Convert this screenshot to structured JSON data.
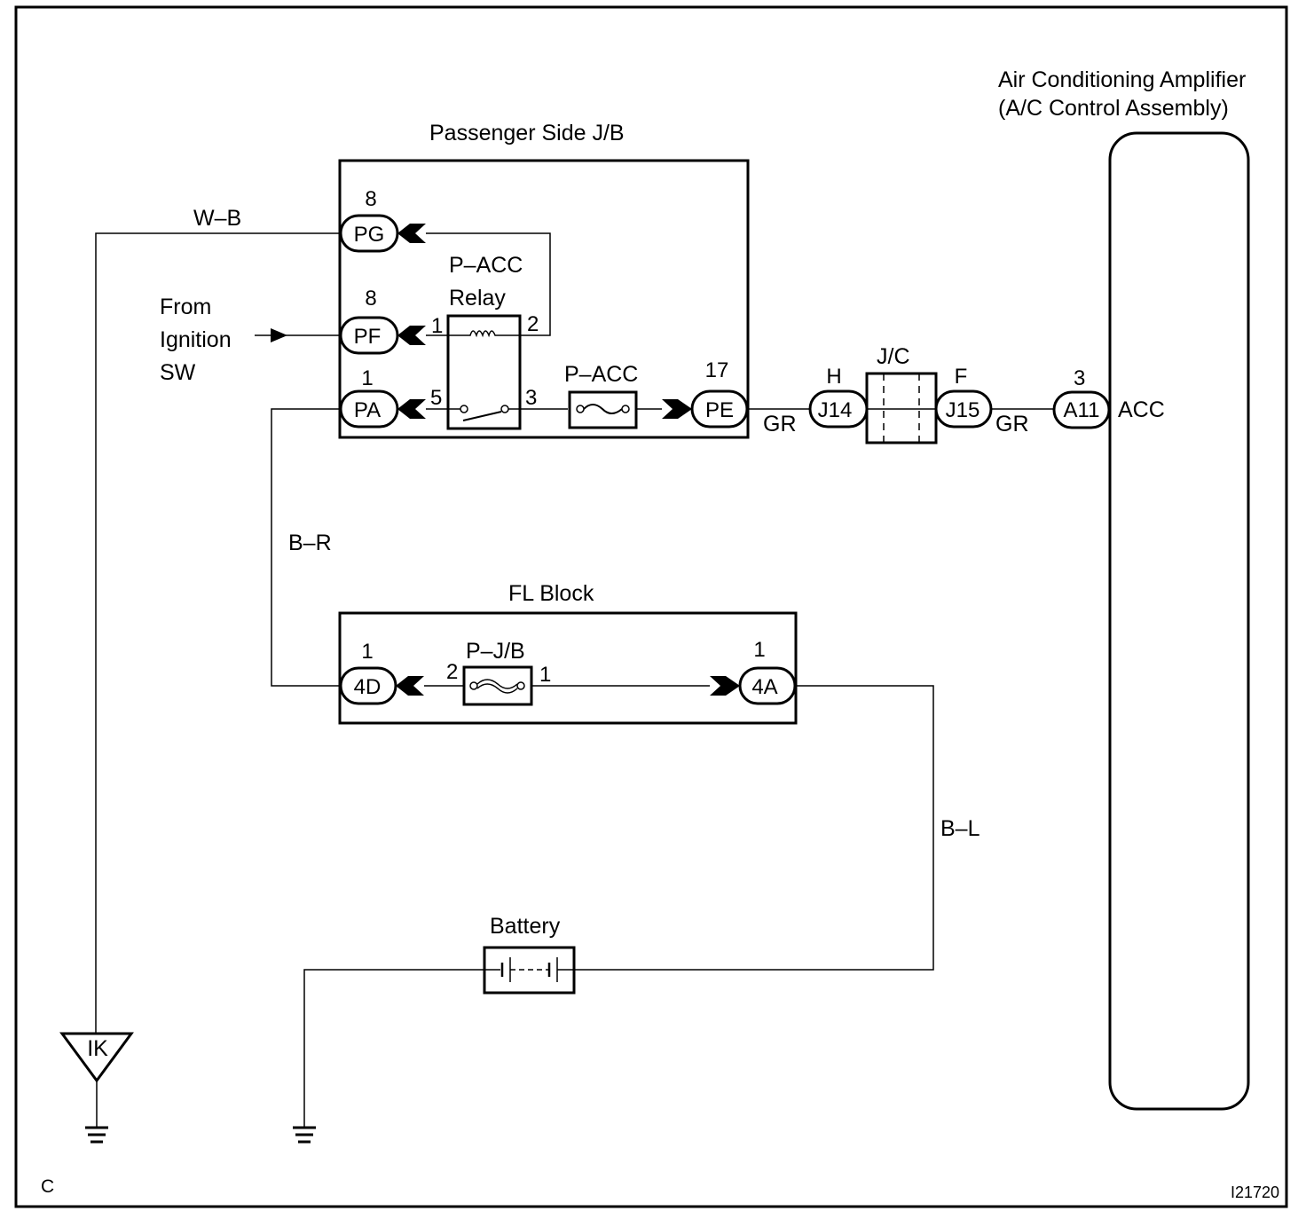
{
  "diagram": {
    "amplifier": {
      "title_line1": "Air Conditioning Amplifier",
      "title_line2": "(A/C Control Assembly)",
      "terminal_pin": "3",
      "terminal_connector": "A11",
      "terminal_name": "ACC"
    },
    "passenger_jb": {
      "title": "Passenger Side J/B",
      "connectors": [
        {
          "pin": "8",
          "name": "PG"
        },
        {
          "pin": "8",
          "name": "PF"
        },
        {
          "pin": "1",
          "name": "PA"
        },
        {
          "pin": "17",
          "name": "PE"
        }
      ],
      "relay": {
        "label_line1": "P–ACC",
        "label_line2": "Relay",
        "pins": [
          "1",
          "2",
          "5",
          "3"
        ]
      },
      "fuse": {
        "label": "P–ACC"
      }
    },
    "ignition_source": {
      "line1": "From",
      "line2": "Ignition",
      "line3": "SW"
    },
    "junction_connector": {
      "title": "J/C",
      "left_pin": "H",
      "left_connector": "J14",
      "right_pin": "F",
      "right_connector": "J15"
    },
    "fl_block": {
      "title": "FL Block",
      "left_connector": {
        "pin": "1",
        "name": "4D"
      },
      "right_connector": {
        "pin": "1",
        "name": "4A"
      },
      "fusible_link": {
        "label": "P–J/B",
        "left_pin": "2",
        "right_pin": "1"
      }
    },
    "battery": {
      "label": "Battery"
    },
    "ground_point": {
      "label": "IK"
    },
    "wire_colors": {
      "pg_wire": "W–B",
      "pa_wire": "B–R",
      "pe_to_j14": "GR",
      "j15_to_a11": "GR",
      "battery_wire": "B–L"
    },
    "corner_label": "C",
    "figure_id": "I21720"
  }
}
